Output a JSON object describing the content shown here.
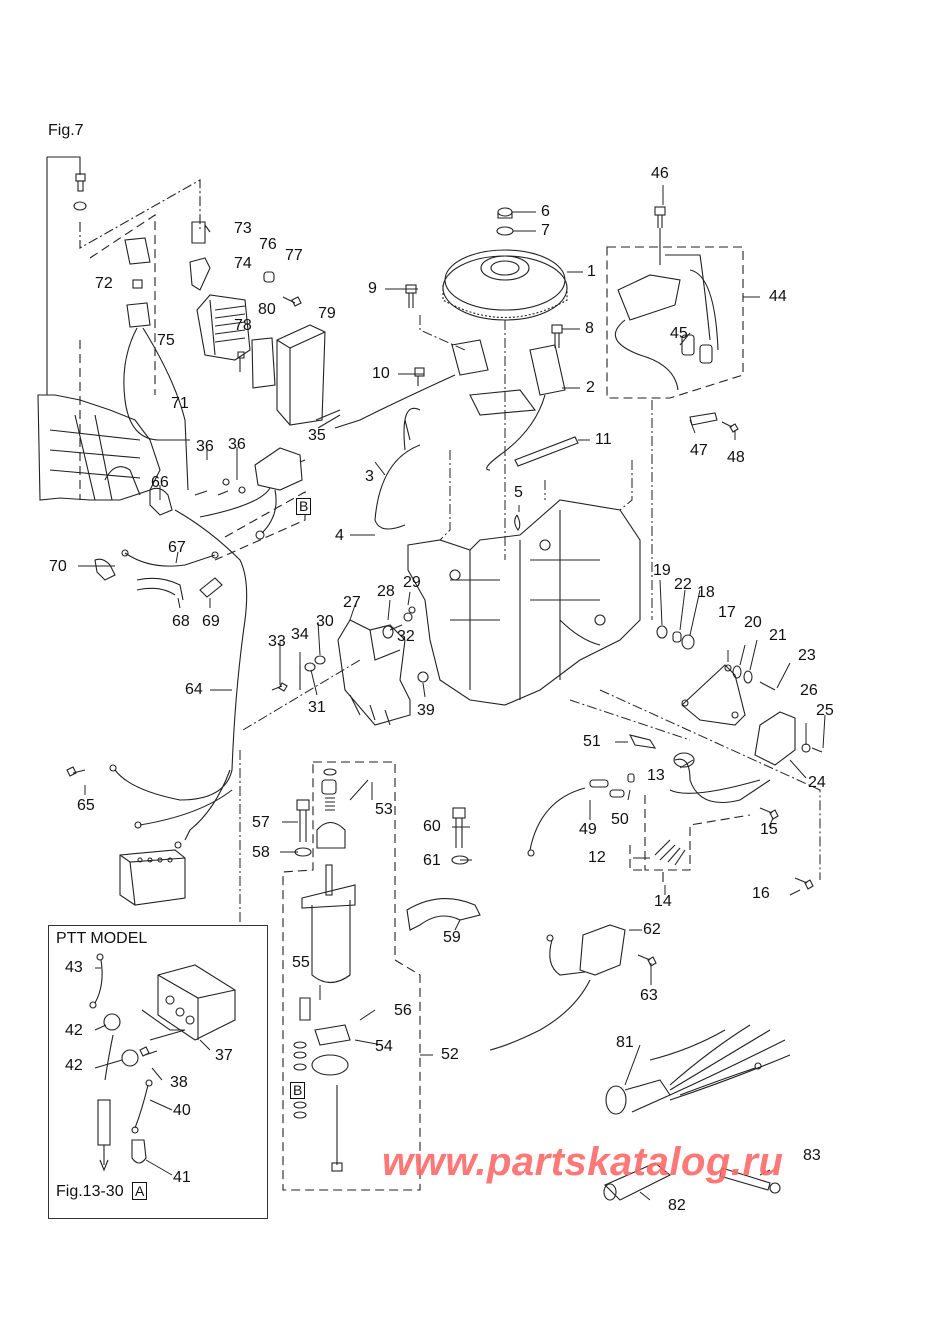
{
  "references": {
    "fig_top": "Fig.7",
    "fig_bottom": "Fig.13-30",
    "fig_bottom_ref": "A",
    "ref_b_1": "B",
    "ref_b_2": "B"
  },
  "ptt_section": {
    "title": "PTT MODEL"
  },
  "watermark": "www.partskatalog.ru",
  "callouts": [
    {
      "id": "1"
    },
    {
      "id": "2"
    },
    {
      "id": "3"
    },
    {
      "id": "4"
    },
    {
      "id": "5"
    },
    {
      "id": "6"
    },
    {
      "id": "7"
    },
    {
      "id": "8"
    },
    {
      "id": "9"
    },
    {
      "id": "10"
    },
    {
      "id": "11"
    },
    {
      "id": "12"
    },
    {
      "id": "13"
    },
    {
      "id": "14"
    },
    {
      "id": "15"
    },
    {
      "id": "16"
    },
    {
      "id": "17"
    },
    {
      "id": "18"
    },
    {
      "id": "19"
    },
    {
      "id": "20"
    },
    {
      "id": "21"
    },
    {
      "id": "22"
    },
    {
      "id": "23"
    },
    {
      "id": "24"
    },
    {
      "id": "25"
    },
    {
      "id": "26"
    },
    {
      "id": "27"
    },
    {
      "id": "28"
    },
    {
      "id": "29"
    },
    {
      "id": "30"
    },
    {
      "id": "31"
    },
    {
      "id": "32"
    },
    {
      "id": "33"
    },
    {
      "id": "34"
    },
    {
      "id": "35"
    },
    {
      "id": "36a",
      "text": "36"
    },
    {
      "id": "36b",
      "text": "36"
    },
    {
      "id": "37"
    },
    {
      "id": "38"
    },
    {
      "id": "39"
    },
    {
      "id": "40"
    },
    {
      "id": "41"
    },
    {
      "id": "42a",
      "text": "42"
    },
    {
      "id": "42b",
      "text": "42"
    },
    {
      "id": "43"
    },
    {
      "id": "44"
    },
    {
      "id": "45"
    },
    {
      "id": "46"
    },
    {
      "id": "47"
    },
    {
      "id": "48"
    },
    {
      "id": "49"
    },
    {
      "id": "50"
    },
    {
      "id": "51"
    },
    {
      "id": "52"
    },
    {
      "id": "53"
    },
    {
      "id": "54"
    },
    {
      "id": "55"
    },
    {
      "id": "56"
    },
    {
      "id": "57"
    },
    {
      "id": "58"
    },
    {
      "id": "59"
    },
    {
      "id": "60"
    },
    {
      "id": "61"
    },
    {
      "id": "62"
    },
    {
      "id": "63"
    },
    {
      "id": "64"
    },
    {
      "id": "65"
    },
    {
      "id": "66"
    },
    {
      "id": "67"
    },
    {
      "id": "68"
    },
    {
      "id": "69"
    },
    {
      "id": "70"
    },
    {
      "id": "71"
    },
    {
      "id": "72"
    },
    {
      "id": "73"
    },
    {
      "id": "74"
    },
    {
      "id": "75"
    },
    {
      "id": "76"
    },
    {
      "id": "77"
    },
    {
      "id": "78"
    },
    {
      "id": "79"
    },
    {
      "id": "80"
    },
    {
      "id": "81"
    },
    {
      "id": "82"
    },
    {
      "id": "83"
    }
  ],
  "labels": {
    "c1": "1",
    "c2": "2",
    "c3": "3",
    "c4": "4",
    "c5": "5",
    "c6": "6",
    "c7": "7",
    "c8": "8",
    "c9": "9",
    "c10": "10",
    "c11": "11",
    "c12": "12",
    "c13": "13",
    "c14": "14",
    "c15": "15",
    "c16": "16",
    "c17": "17",
    "c18": "18",
    "c19": "19",
    "c20": "20",
    "c21": "21",
    "c22": "22",
    "c23": "23",
    "c24": "24",
    "c25": "25",
    "c26": "26",
    "c27": "27",
    "c28": "28",
    "c29": "29",
    "c30": "30",
    "c31": "31",
    "c32": "32",
    "c33": "33",
    "c34": "34",
    "c35": "35",
    "c36a": "36",
    "c36b": "36",
    "c37": "37",
    "c38": "38",
    "c39": "39",
    "c40": "40",
    "c41": "41",
    "c42a": "42",
    "c42b": "42",
    "c43": "43",
    "c44": "44",
    "c45": "45",
    "c46": "46",
    "c47": "47",
    "c48": "48",
    "c49": "49",
    "c50": "50",
    "c51": "51",
    "c52": "52",
    "c53": "53",
    "c54": "54",
    "c55": "55",
    "c56": "56",
    "c57": "57",
    "c58": "58",
    "c59": "59",
    "c60": "60",
    "c61": "61",
    "c62": "62",
    "c63": "63",
    "c64": "64",
    "c65": "65",
    "c66": "66",
    "c67": "67",
    "c68": "68",
    "c69": "69",
    "c70": "70",
    "c71": "71",
    "c72": "72",
    "c73": "73",
    "c74": "74",
    "c75": "75",
    "c76": "76",
    "c77": "77",
    "c78": "78",
    "c79": "79",
    "c80": "80",
    "c81": "81",
    "c82": "82",
    "c83": "83"
  }
}
